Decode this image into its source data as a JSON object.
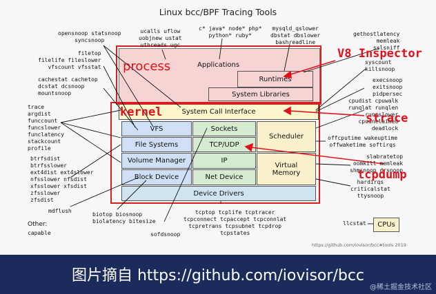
{
  "title": "Linux bcc/BPF Tracing Tools",
  "tools": {
    "opensnoop": "opensnoop statsnoop\nsyncsnoop",
    "ucalls": "ucalls uflow\nuobjnew ustat\nuthreads ugc",
    "lang": "c* java* node* php*\npython* ruby*",
    "mysqld": "mysqld_qslower\ndbstat dbslower\nbashreadline",
    "gethost": "gethostlatency\nmemleak\nsslsniff",
    "filetop": "filetop\nfilelife fileslower\nvfscount vfsstat",
    "syscount": "syscount\nkillsnoop",
    "cachestat": "cachestat cachetop\ndcstat dcsnoop\nmountsnoop",
    "execsnoop": "execsnoop\nexitsnoop\npidpersec",
    "trace": "trace\nargdist\nfunccount\nfuncslower\nfunclatency\nstackcount\nprofile",
    "cpudist": "cpudist cpuwalk\nrunqlat runqlen\nrunqslower\ncpuunclaimed\ndeadlock",
    "btrfs": "btrfsdist\nbtrfsslower\next4dist ext4slower\nnfsslower nfsdist\nxfsslower xfsdist\nzfsslower\nzfsdist",
    "offcpu": "offcputime wakeuptime\noffwaketime softirqs",
    "slabrate": "slabratetop\noomkill memleak\nshmsnoop drsnoop",
    "hardirqs": "hardirqs\ncriticalstat\nttysnoop",
    "mdflush": "mdflush",
    "biotop": "biotop biosnoop\nbiolatency bitesize",
    "tcptop": "tcptop tcplife tcptracer\ntcpconnect tcpaccept tcpconnlat\ntcpretrans tcpsubnet tcpdrop\ntcpstates",
    "sofdsnoop": "sofdsnoop",
    "llcstat": "llcstat",
    "capable": "capable"
  },
  "other_label": "Other:",
  "layers": {
    "applications": "Applications",
    "runtimes": "Runtimes",
    "system_libraries": "System Libraries",
    "syscall_interface": "System Call Interface",
    "vfs": "VFS",
    "sockets": "Sockets",
    "scheduler": "Scheduler",
    "file_systems": "File Systems",
    "tcp_udp": "TCP/UDP",
    "volume_manager": "Volume Manager",
    "ip": "IP",
    "virtual_memory": "Virtual\nMemory",
    "block_device": "Block Device",
    "net_device": "Net Device",
    "device_drivers": "Device Drivers",
    "cpus": "CPUs"
  },
  "annotations": {
    "process": "process",
    "kernel": "kernel",
    "v8_inspector": "V8 Inspector",
    "strace": "strace",
    "tcpdump": "tcpdump"
  },
  "footnote": "https://github.com/iovisor/bcc#tools 2019",
  "caption": "图片摘自 https://github.com/iovisor/bcc",
  "watermark": "@稀土掘金技术社区",
  "colors": {
    "annotation_red": "#e0101a",
    "process_fill": "#f7d4d4",
    "syscall_fill": "#fbf6cc",
    "vfs_column_fill": "#cfdff5",
    "net_column_fill": "#d6ecd0",
    "scheduler_fill": "#fbf0cc",
    "device_drivers_fill": "#cfe4f0",
    "caption_bar": "#1b2b5c"
  }
}
